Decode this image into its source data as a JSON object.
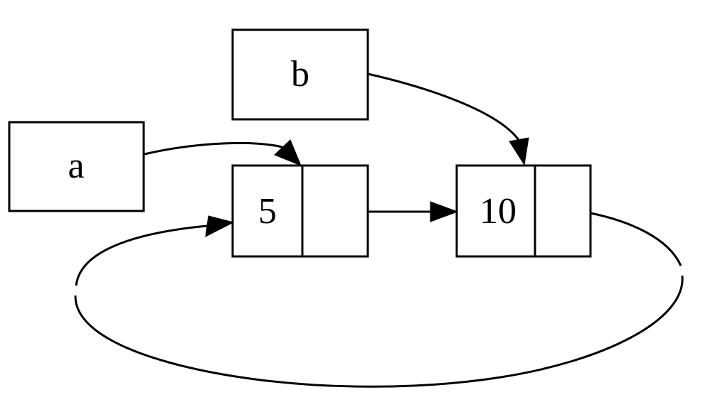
{
  "diagram": {
    "description": "Two variable boxes pointing into a two-node linked list that contains a cycle",
    "colors": {
      "background": "#ffffff",
      "line": "#000000",
      "text": "#000000"
    },
    "variables": [
      {
        "label": "a",
        "points_to": "node-5"
      },
      {
        "label": "b",
        "points_to": "node-10"
      }
    ],
    "nodes": [
      {
        "value": "5",
        "next": "node-10"
      },
      {
        "value": "10",
        "next": "node-5"
      }
    ],
    "edges": [
      {
        "from": "a",
        "to": "node-5"
      },
      {
        "from": "b",
        "to": "node-10"
      },
      {
        "from": "node-5-next",
        "to": "node-10"
      },
      {
        "from": "node-10-next",
        "to": "node-5"
      }
    ]
  }
}
